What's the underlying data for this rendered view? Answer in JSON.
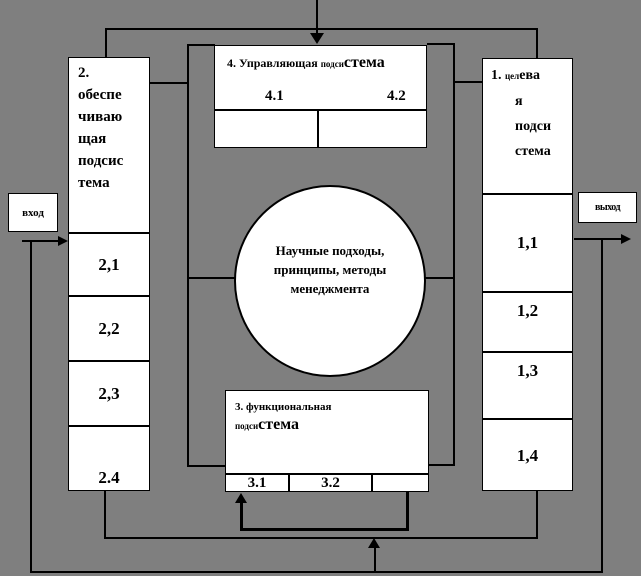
{
  "colors": {
    "background": "#7f7f7f",
    "box_fill": "#ffffff",
    "line": "#000000"
  },
  "input_label": "вход",
  "output_label": "выход",
  "box2": {
    "title_lines": [
      "2.",
      "обеспе",
      "чиваю",
      "щая",
      "подсис",
      "тема"
    ],
    "cells": [
      "2,1",
      "2,2",
      "2,3",
      "2.4"
    ]
  },
  "box1": {
    "line1_num": "1.",
    "line1_small": "цел",
    "line1_rest": "ева",
    "line2": "я",
    "line3": "подси",
    "line4": "стема",
    "cells": [
      "1,1",
      "1,2",
      "1,3",
      "1,4"
    ]
  },
  "box4": {
    "title_main": "4. Управляющая ",
    "title_small": "подси",
    "title_large": "стема",
    "cells": [
      "4.1",
      "4.2"
    ]
  },
  "box3": {
    "title_main": "3. функциональная",
    "title_small": "подси",
    "title_large": "стема",
    "cells": [
      "3.1",
      "3.2",
      ""
    ]
  },
  "circle": {
    "lines": [
      "Научные подходы,",
      "принципы, методы",
      "менеджмента"
    ]
  }
}
